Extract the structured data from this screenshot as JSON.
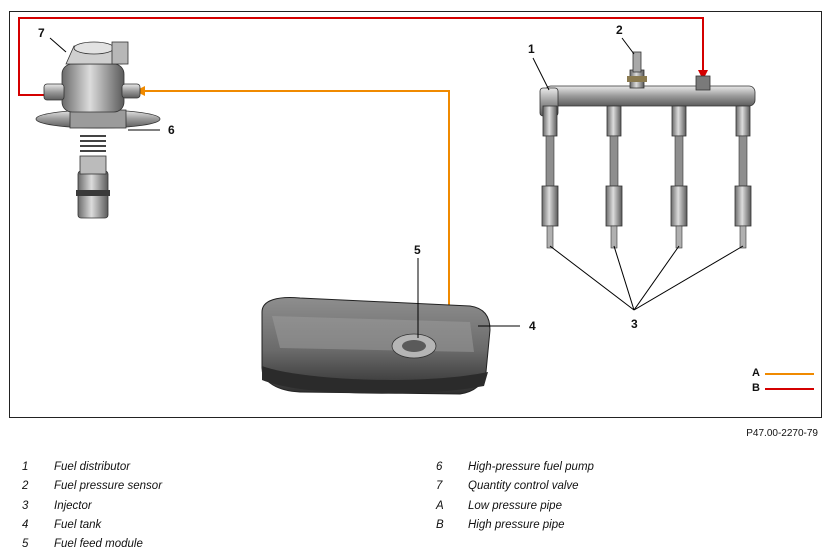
{
  "figure": {
    "code": "P47.00-2270-79"
  },
  "callouts": {
    "c1": "1",
    "c2": "2",
    "c3": "3",
    "c4": "4",
    "c5": "5",
    "c6": "6",
    "c7": "7"
  },
  "legend": {
    "a": {
      "key": "A",
      "color": "#f08a00"
    },
    "b": {
      "key": "B",
      "color": "#d40000"
    }
  },
  "captions": [
    {
      "num": "1",
      "text": "Fuel distributor"
    },
    {
      "num": "2",
      "text": "Fuel pressure sensor"
    },
    {
      "num": "3",
      "text": "Injector"
    },
    {
      "num": "4",
      "text": "Fuel tank"
    },
    {
      "num": "5",
      "text": "Fuel feed module"
    },
    {
      "num": "6",
      "text": "High-pressure fuel pump"
    },
    {
      "num": "7",
      "text": "Quantity control valve"
    },
    {
      "num": "A",
      "text": "Low pressure pipe"
    },
    {
      "num": "B",
      "text": "High pressure pipe"
    }
  ]
}
